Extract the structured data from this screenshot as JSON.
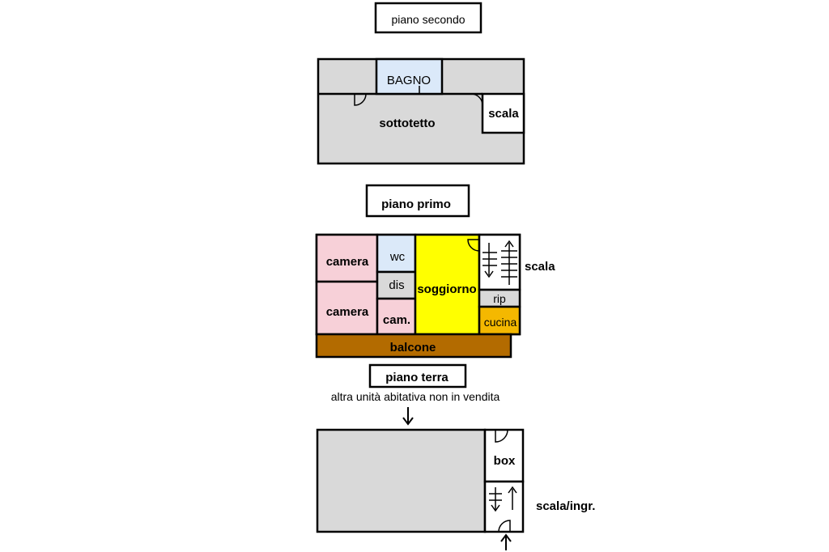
{
  "floors": {
    "second": {
      "title": "piano secondo",
      "rooms": {
        "bath": "BAGNO",
        "attic": "sottotetto",
        "stairs": "scala"
      }
    },
    "first": {
      "title": "piano primo",
      "rooms": {
        "bedroom_top": "camera",
        "bedroom_bottom": "camera",
        "wc": "wc",
        "hall": "dis",
        "small_bedroom": "cam.",
        "living": "soggiorno",
        "storage": "rip",
        "kitchen": "cucina",
        "balcony": "balcone",
        "stairs": "scala"
      }
    },
    "ground": {
      "title": "piano terra",
      "note": "altra unità abitativa non in vendita",
      "rooms": {
        "garage": "box",
        "entrance": "scala/ingr."
      }
    }
  },
  "colors": {
    "attic": "#d9d9d9",
    "bath": "#dbe9f9",
    "bedroom": "#f7d0d8",
    "living": "#ffff00",
    "kitchen": "#f4b800",
    "balcony": "#b36b00",
    "gray": "#d9d9d9"
  }
}
